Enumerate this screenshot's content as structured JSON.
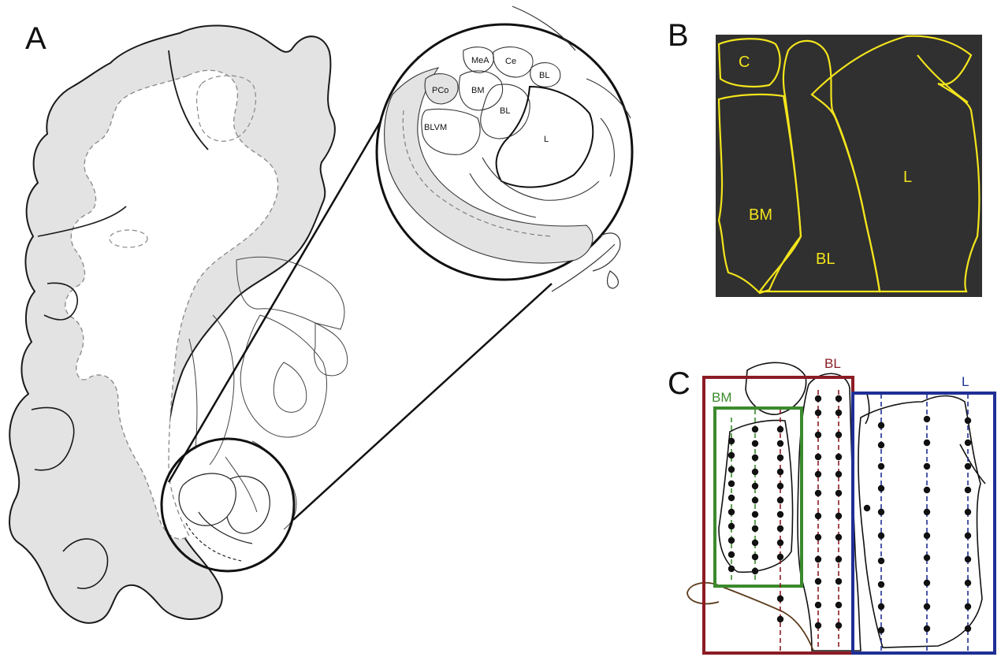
{
  "panels": {
    "a": {
      "letter": "A",
      "inset_labels": [
        "MeA",
        "Ce",
        "PCo",
        "BM",
        "BL",
        "BL",
        "BLVM",
        "L"
      ]
    },
    "b": {
      "letter": "B",
      "labels": [
        "C",
        "BM",
        "BL",
        "L"
      ],
      "outline_color": "#f3e41c"
    },
    "c": {
      "letter": "C",
      "labels": {
        "bm": "BM",
        "bl": "BL",
        "l": "L"
      },
      "colors": {
        "bm": "#3b8a2c",
        "bl": "#8c1c24",
        "l": "#1f2f95"
      }
    }
  }
}
